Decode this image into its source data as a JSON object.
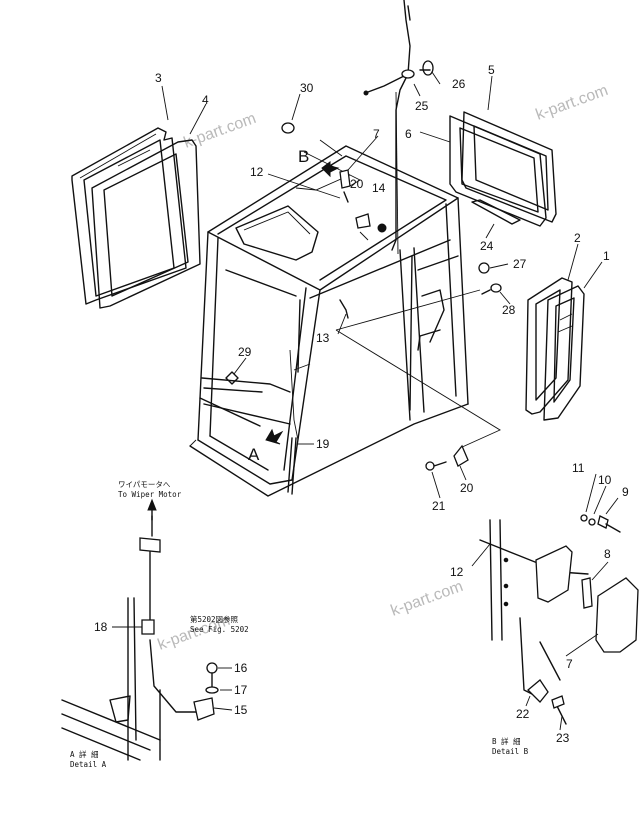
{
  "watermark": "k-part.com",
  "view_letters": {
    "a": "A",
    "b": "B"
  },
  "callouts": {
    "p1": "1",
    "p2": "2",
    "p3": "3",
    "p4": "4",
    "p5": "5",
    "p6": "6",
    "p7a": "7",
    "p7b": "7",
    "p8": "8",
    "p9": "9",
    "p10": "10",
    "p11": "11",
    "p12a": "12",
    "p12b": "12",
    "p13": "13",
    "p14": "14",
    "p15": "15",
    "p16": "16",
    "p17": "17",
    "p18": "18",
    "p19": "19",
    "p20a": "20",
    "p20b": "20",
    "p21": "21",
    "p22": "22",
    "p23": "23",
    "p24": "24",
    "p25": "25",
    "p26": "26",
    "p27": "27",
    "p28": "28",
    "p29": "29",
    "p30": "30"
  },
  "notes": {
    "wiper_jp": "ワイパモータへ",
    "wiper_en": "To Wiper Motor",
    "ref_jp": "第5202図参照",
    "ref_en": "See Fig. 5202",
    "detail_a_jp": "A 詳 細",
    "detail_a_en": "Detail A",
    "detail_b_jp": "B 詳 細",
    "detail_b_en": "Detail B"
  }
}
